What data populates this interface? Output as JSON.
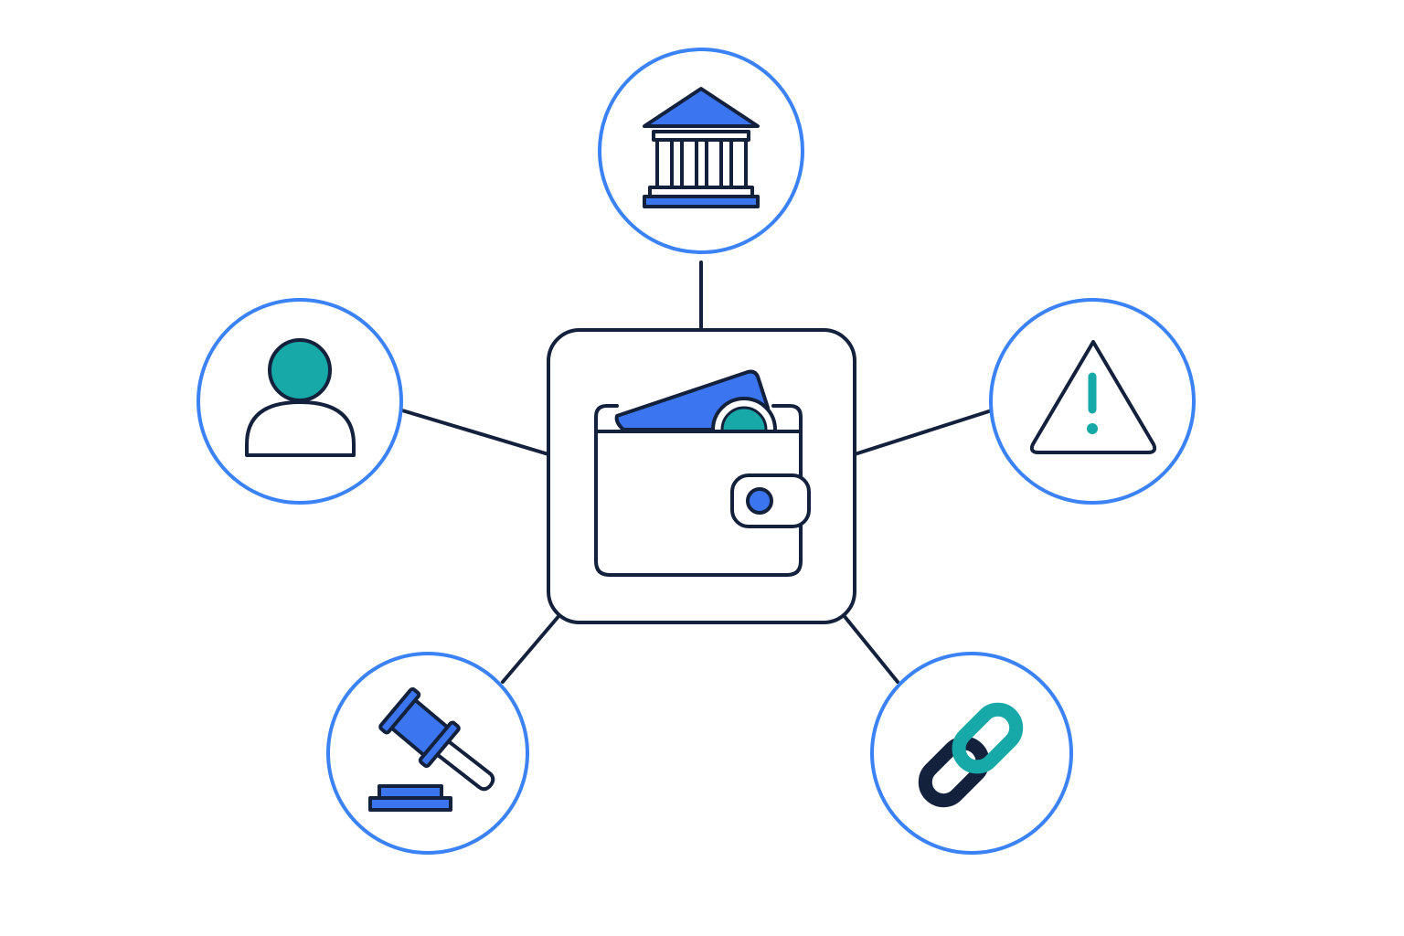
{
  "diagram": {
    "hub": {
      "icon": "wallet-icon"
    },
    "nodes": [
      {
        "id": "bank",
        "icon": "bank-icon"
      },
      {
        "id": "user",
        "icon": "user-icon"
      },
      {
        "id": "warning",
        "icon": "warning-icon"
      },
      {
        "id": "legal",
        "icon": "gavel-icon"
      },
      {
        "id": "link",
        "icon": "chain-link-icon"
      }
    ]
  },
  "colors": {
    "outline": "#14213d",
    "node_ring": "#3b82f6",
    "accent_blue": "#3b76f0",
    "accent_teal": "#17a8a8",
    "background": "#ffffff"
  }
}
